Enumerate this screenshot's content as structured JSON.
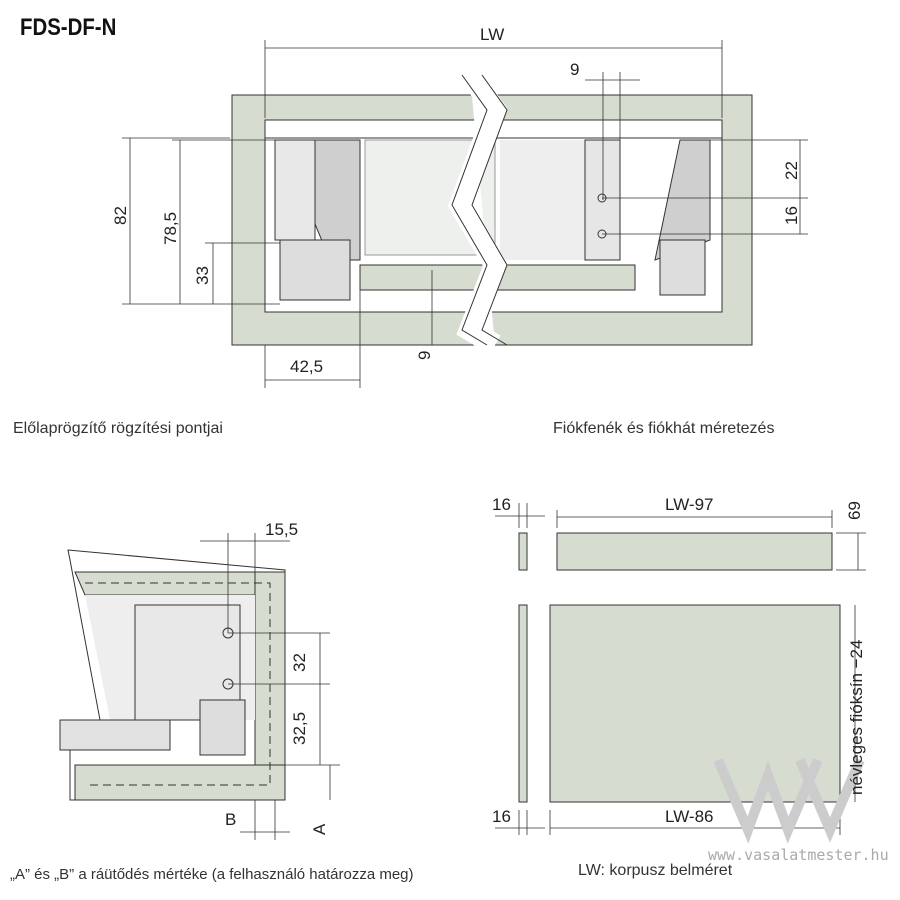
{
  "title": "FDS-DF-N",
  "captions": {
    "front_fixing": "Előlaprögzítő rögzítési pontjai",
    "bottom_back": "Fiókfenék és fiókhát méretezés",
    "ab_note": "„A” és „B” a ráütődés mértéke (a felhasználó határozza meg)",
    "lw_note": "LW: korpusz belméret"
  },
  "dims_top": {
    "lw": "LW",
    "d9_top": "9",
    "d82": "82",
    "d78": "78,5",
    "d33": "33",
    "d22": "22",
    "d16": "16",
    "d9_bottom": "9",
    "d42": "42,5"
  },
  "dims_left": {
    "d15": "15,5",
    "d32": "32",
    "d32b": "32,5",
    "b": "B",
    "a": "A"
  },
  "dims_right": {
    "d16a": "16",
    "lw97": "LW-97",
    "d69": "69",
    "d16b": "16",
    "lw86": "LW-86",
    "nominal": "névleges fióksín −24"
  },
  "watermark": "www.vasalatmester.hu",
  "colors": {
    "panel": "#d6ddd0",
    "line": "#333333"
  }
}
